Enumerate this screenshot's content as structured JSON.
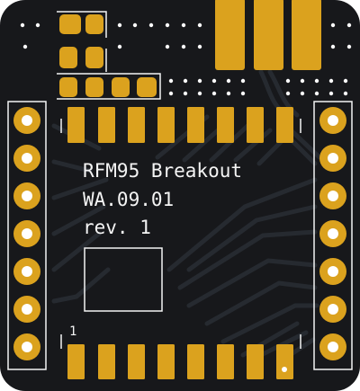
{
  "board": {
    "title": "RFM95 Breakout",
    "code": "WA.09.01",
    "revision": "rev. 1",
    "pin1_marker": "1"
  },
  "colors": {
    "background": "#ffffff",
    "pcb": "#17181b",
    "trace": "#262a30",
    "copper_pad": "#dba21e",
    "silkscreen": "#f4f4f4",
    "via": "#ffffff"
  },
  "components": {
    "left_header_pins": 7,
    "right_header_pins": 7,
    "top_module_pads": 8,
    "bottom_module_pads": 8,
    "smd_passives": 8,
    "top_connector_pads": 3
  }
}
